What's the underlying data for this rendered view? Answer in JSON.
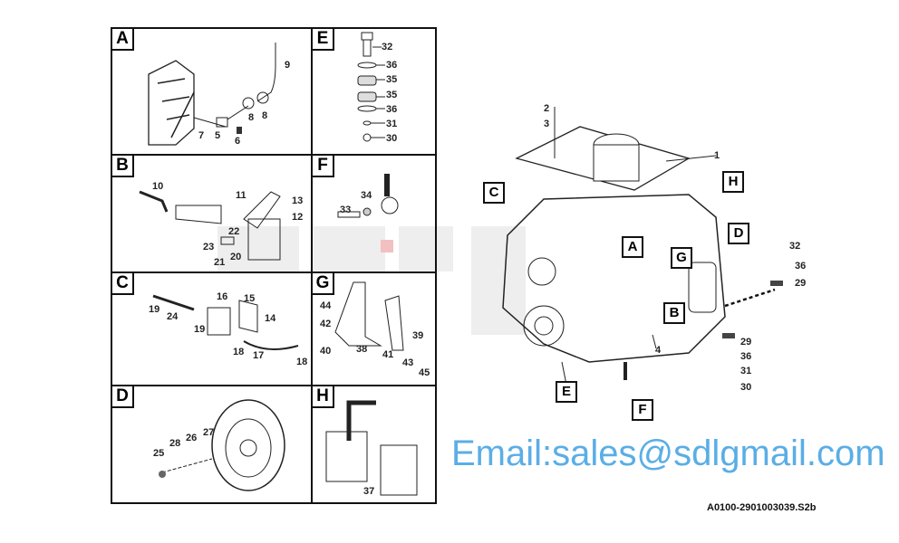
{
  "panels": {
    "A": {
      "tag": "A",
      "labels": [
        "9",
        "8",
        "8",
        "7",
        "5",
        "6"
      ]
    },
    "B": {
      "tag": "B",
      "labels": [
        "10",
        "11",
        "13",
        "12",
        "22",
        "23",
        "21",
        "20"
      ]
    },
    "C": {
      "tag": "C",
      "labels": [
        "16",
        "15",
        "19",
        "24",
        "14",
        "19",
        "18",
        "17",
        "18"
      ]
    },
    "D": {
      "tag": "D",
      "labels": [
        "27",
        "28",
        "26",
        "25"
      ]
    },
    "E": {
      "tag": "E",
      "labels": [
        "32",
        "36",
        "35",
        "35",
        "36",
        "31",
        "30"
      ]
    },
    "F": {
      "tag": "F",
      "labels": [
        "34",
        "33"
      ]
    },
    "G": {
      "tag": "G",
      "labels": [
        "44",
        "42",
        "40",
        "38",
        "39",
        "41",
        "43",
        "45"
      ]
    },
    "H": {
      "tag": "H",
      "labels": [
        "37"
      ]
    }
  },
  "main": {
    "labels": [
      "2",
      "3",
      "1",
      "4"
    ],
    "callouts": [
      "C",
      "H",
      "D",
      "A",
      "G",
      "B",
      "E",
      "F"
    ],
    "mount_top": [
      "32",
      "36",
      "29"
    ],
    "mount_bottom": [
      "29",
      "36",
      "31",
      "30"
    ]
  },
  "watermark": "Email:sales@sdlgmail.com",
  "figure_code": "A0100-2901003039.S2b"
}
